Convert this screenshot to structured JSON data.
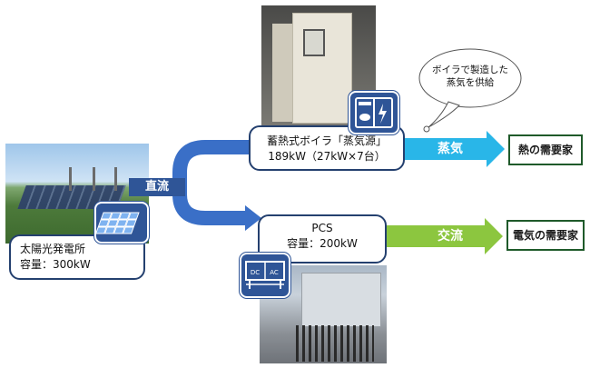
{
  "solar": {
    "name": "太陽光発電所",
    "capacity": "容量：300kW"
  },
  "dc": {
    "label": "直流"
  },
  "boiler": {
    "name": "蓄熱式ボイラ「蒸気源」",
    "capacity": "189kW（27kW×7台）"
  },
  "pcs": {
    "name": "PCS",
    "capacity": "容量：200kW",
    "icon_dc": "DC",
    "icon_ac": "AC"
  },
  "steam": {
    "label": "蒸気",
    "consumer": "熱の需要家",
    "bubble_line1": "ボイラで製造した",
    "bubble_line2": "蒸気を供給"
  },
  "ac": {
    "label": "交流",
    "consumer": "電気の需要家"
  },
  "colors": {
    "dc_blue": "#3a6fc7",
    "navy": "#24406f",
    "steam_cyan": "#29b6e8",
    "ac_green": "#8cc63f",
    "consumer_border": "#1f5a2a"
  },
  "icons": [
    "solar-panel-icon",
    "boiler-icon",
    "inverter-icon"
  ]
}
